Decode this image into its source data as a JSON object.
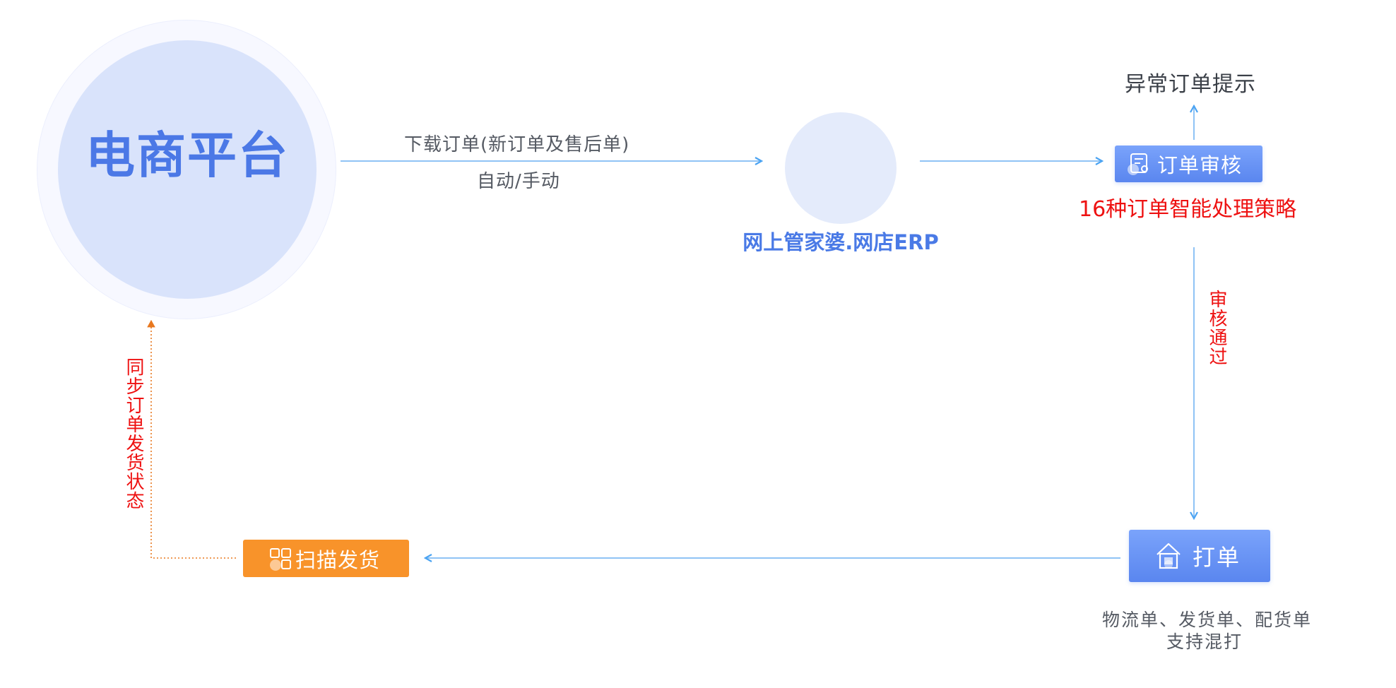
{
  "platform": {
    "label": "电商平台"
  },
  "download": {
    "label": "下载订单(新订单及售后单)",
    "mode": "自动/手动"
  },
  "erp": {
    "name": "网上管家婆.网店ERP",
    "logo_icon": "eqo-cloud-logo-icon"
  },
  "review": {
    "label": "订单审核",
    "icon": "order-document-icon",
    "abnormal": "异常订单提示",
    "strategy": "16种订单智能处理策略",
    "approved": "审核通过"
  },
  "print": {
    "label": "打单",
    "icon": "house-print-icon",
    "note_line1": "物流单、发货单、配货单",
    "note_line2": "支持混打"
  },
  "ship": {
    "label": "扫描发货",
    "icon": "scan-qr-icon",
    "sync": "同步订单发货状态"
  },
  "colors": {
    "primary_blue": "#4b78e6",
    "arrow_blue": "#6fb0f5",
    "accent_red": "#ee1111",
    "accent_orange": "#f8932a"
  }
}
